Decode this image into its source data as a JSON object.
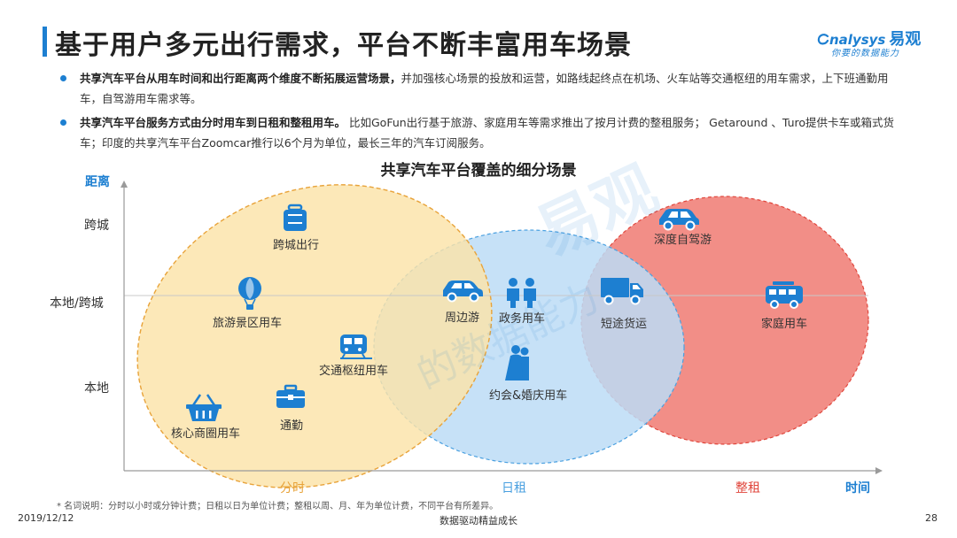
{
  "title": "基于用户多元出行需求，平台不断丰富用车场景",
  "logo": {
    "brand": "nalysys",
    "brand_cn": "易观",
    "tagline": "你要的数据能力"
  },
  "bullets": [
    {
      "bold": "共享汽车平台从用车时间和出行距离两个维度不断拓展运营场景，",
      "text": "并加强核心场景的投放和运营，如路线起终点在机场、火车站等交通枢纽的用车需求，上下班通勤用车，自驾游用车需求等。"
    },
    {
      "bold": "共享汽车平台服务方式由分时用车到日租和整租用车。",
      "text": " 比如GoFun出行基于旅游、家庭用车等需求推出了按月计费的整租服务； Getaround 、Turo提供卡车或箱式货车；印度的共享汽车平台Zoomcar推行以6个月为单位，最长三年的汽车订阅服务。"
    }
  ],
  "diagram": {
    "title": "共享汽车平台覆盖的细分场景",
    "y_axis_label": "距离",
    "x_axis_label": "时间",
    "y_levels": [
      "跨城",
      "本地/跨城",
      "本地"
    ],
    "x_groups": [
      {
        "label": "分时",
        "color": "#e8a33a"
      },
      {
        "label": "日租",
        "color": "#4aa0e0"
      },
      {
        "label": "整租",
        "color": "#e0463c"
      }
    ],
    "scenarios": [
      {
        "label": "跨城出行",
        "icon": "luggage-icon"
      },
      {
        "label": "旅游景区用车",
        "icon": "hot-air-balloon-icon"
      },
      {
        "label": "交通枢纽用车",
        "icon": "train-icon"
      },
      {
        "label": "通勤",
        "icon": "briefcase-icon"
      },
      {
        "label": "核心商圈用车",
        "icon": "shopping-basket-icon"
      },
      {
        "label": "周边游",
        "icon": "sedan-icon"
      },
      {
        "label": "政务用车",
        "icon": "people-icon"
      },
      {
        "label": "约会&婚庆用车",
        "icon": "wedding-couple-icon"
      },
      {
        "label": "短途货运",
        "icon": "truck-icon"
      },
      {
        "label": "深度自驾游",
        "icon": "suv-icon"
      },
      {
        "label": "家庭用车",
        "icon": "van-icon"
      }
    ]
  },
  "footnote": "* 名词说明：分时以小时或分钟计费；日租以日为单位计费；整租以周、月、年为单位计费，不同平台有所差异。",
  "footer": {
    "date": "2019/12/12",
    "slogan": "数据驱动精益成长",
    "page": "28"
  }
}
